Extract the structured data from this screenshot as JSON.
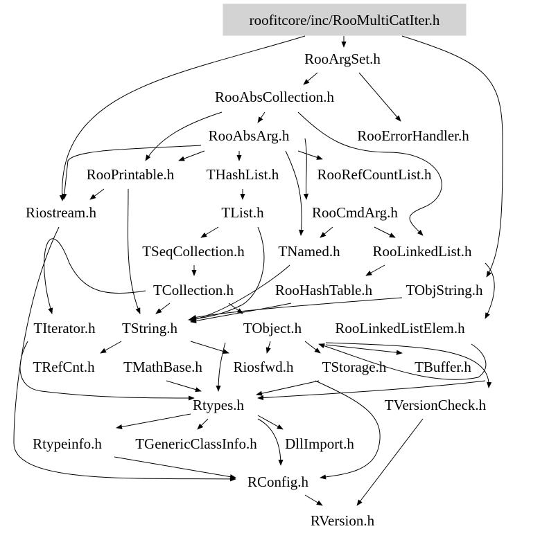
{
  "root": "roofitcore/inc/RooMultiCatIter.h",
  "nodes": [
    "roofitcore/inc/RooMultiCatIter.h",
    "RooArgSet.h",
    "RooAbsCollection.h",
    "RooErrorHandler.h",
    "RooAbsArg.h",
    "RooPrintable.h",
    "THashList.h",
    "RooRefCountList.h",
    "Riostream.h",
    "TList.h",
    "RooCmdArg.h",
    "TSeqCollection.h",
    "TNamed.h",
    "RooLinkedList.h",
    "TCollection.h",
    "RooHashTable.h",
    "TObjString.h",
    "TIterator.h",
    "TString.h",
    "TObject.h",
    "RooLinkedListElem.h",
    "TRefCnt.h",
    "TMathBase.h",
    "Riosfwd.h",
    "TStorage.h",
    "TBuffer.h",
    "Rtypes.h",
    "TVersionCheck.h",
    "Rtypeinfo.h",
    "TGenericClassInfo.h",
    "DllImport.h",
    "RConfig.h",
    "RVersion.h"
  ],
  "edges": [
    [
      "roofitcore/inc/RooMultiCatIter.h",
      "RooArgSet.h"
    ],
    [
      "roofitcore/inc/RooMultiCatIter.h",
      "Riostream.h"
    ],
    [
      "roofitcore/inc/RooMultiCatIter.h",
      "TObjString.h"
    ],
    [
      "RooArgSet.h",
      "RooAbsCollection.h"
    ],
    [
      "RooArgSet.h",
      "RooErrorHandler.h"
    ],
    [
      "RooAbsCollection.h",
      "RooAbsArg.h"
    ],
    [
      "RooAbsCollection.h",
      "RooPrintable.h"
    ],
    [
      "RooAbsCollection.h",
      "RooLinkedList.h"
    ],
    [
      "RooAbsArg.h",
      "RooPrintable.h"
    ],
    [
      "RooAbsArg.h",
      "THashList.h"
    ],
    [
      "RooAbsArg.h",
      "RooRefCountList.h"
    ],
    [
      "RooAbsArg.h",
      "TNamed.h"
    ],
    [
      "RooAbsArg.h",
      "RooCmdArg.h"
    ],
    [
      "RooAbsArg.h",
      "Riostream.h"
    ],
    [
      "RooPrintable.h",
      "Riostream.h"
    ],
    [
      "RooPrintable.h",
      "TString.h"
    ],
    [
      "THashList.h",
      "TList.h"
    ],
    [
      "TList.h",
      "TSeqCollection.h"
    ],
    [
      "TList.h",
      "TString.h"
    ],
    [
      "TSeqCollection.h",
      "TCollection.h"
    ],
    [
      "TCollection.h",
      "TObject.h"
    ],
    [
      "TCollection.h",
      "TString.h"
    ],
    [
      "TCollection.h",
      "TIterator.h"
    ],
    [
      "RooCmdArg.h",
      "TNamed.h"
    ],
    [
      "RooCmdArg.h",
      "RooLinkedList.h"
    ],
    [
      "TNamed.h",
      "TString.h"
    ],
    [
      "RooLinkedList.h",
      "RooHashTable.h"
    ],
    [
      "RooLinkedList.h",
      "RooLinkedListElem.h"
    ],
    [
      "RooHashTable.h",
      "TString.h"
    ],
    [
      "TObjString.h",
      "TString.h"
    ],
    [
      "TString.h",
      "TRefCnt.h"
    ],
    [
      "TString.h",
      "Riosfwd.h"
    ],
    [
      "TObject.h",
      "Riosfwd.h"
    ],
    [
      "TObject.h",
      "TStorage.h"
    ],
    [
      "TObject.h",
      "TBuffer.h"
    ],
    [
      "TObject.h",
      "TVersionCheck.h"
    ],
    [
      "TString.h",
      "Rtypes.h"
    ],
    [
      "TMathBase.h",
      "Rtypes.h"
    ],
    [
      "TIterator.h",
      "Rtypes.h"
    ],
    [
      "Riostream.h",
      "RConfig.h"
    ],
    [
      "TStorage.h",
      "Rtypes.h"
    ],
    [
      "TBuffer.h",
      "TObject.h"
    ],
    [
      "TVersionCheck.h",
      "RVersion.h"
    ],
    [
      "Rtypes.h",
      "Rtypeinfo.h"
    ],
    [
      "Rtypes.h",
      "TGenericClassInfo.h"
    ],
    [
      "Rtypes.h",
      "DllImport.h"
    ],
    [
      "Rtypes.h",
      "RConfig.h"
    ],
    [
      "Rtypeinfo.h",
      "RConfig.h"
    ],
    [
      "Riosfwd.h",
      "RConfig.h"
    ],
    [
      "RConfig.h",
      "RVersion.h"
    ]
  ]
}
